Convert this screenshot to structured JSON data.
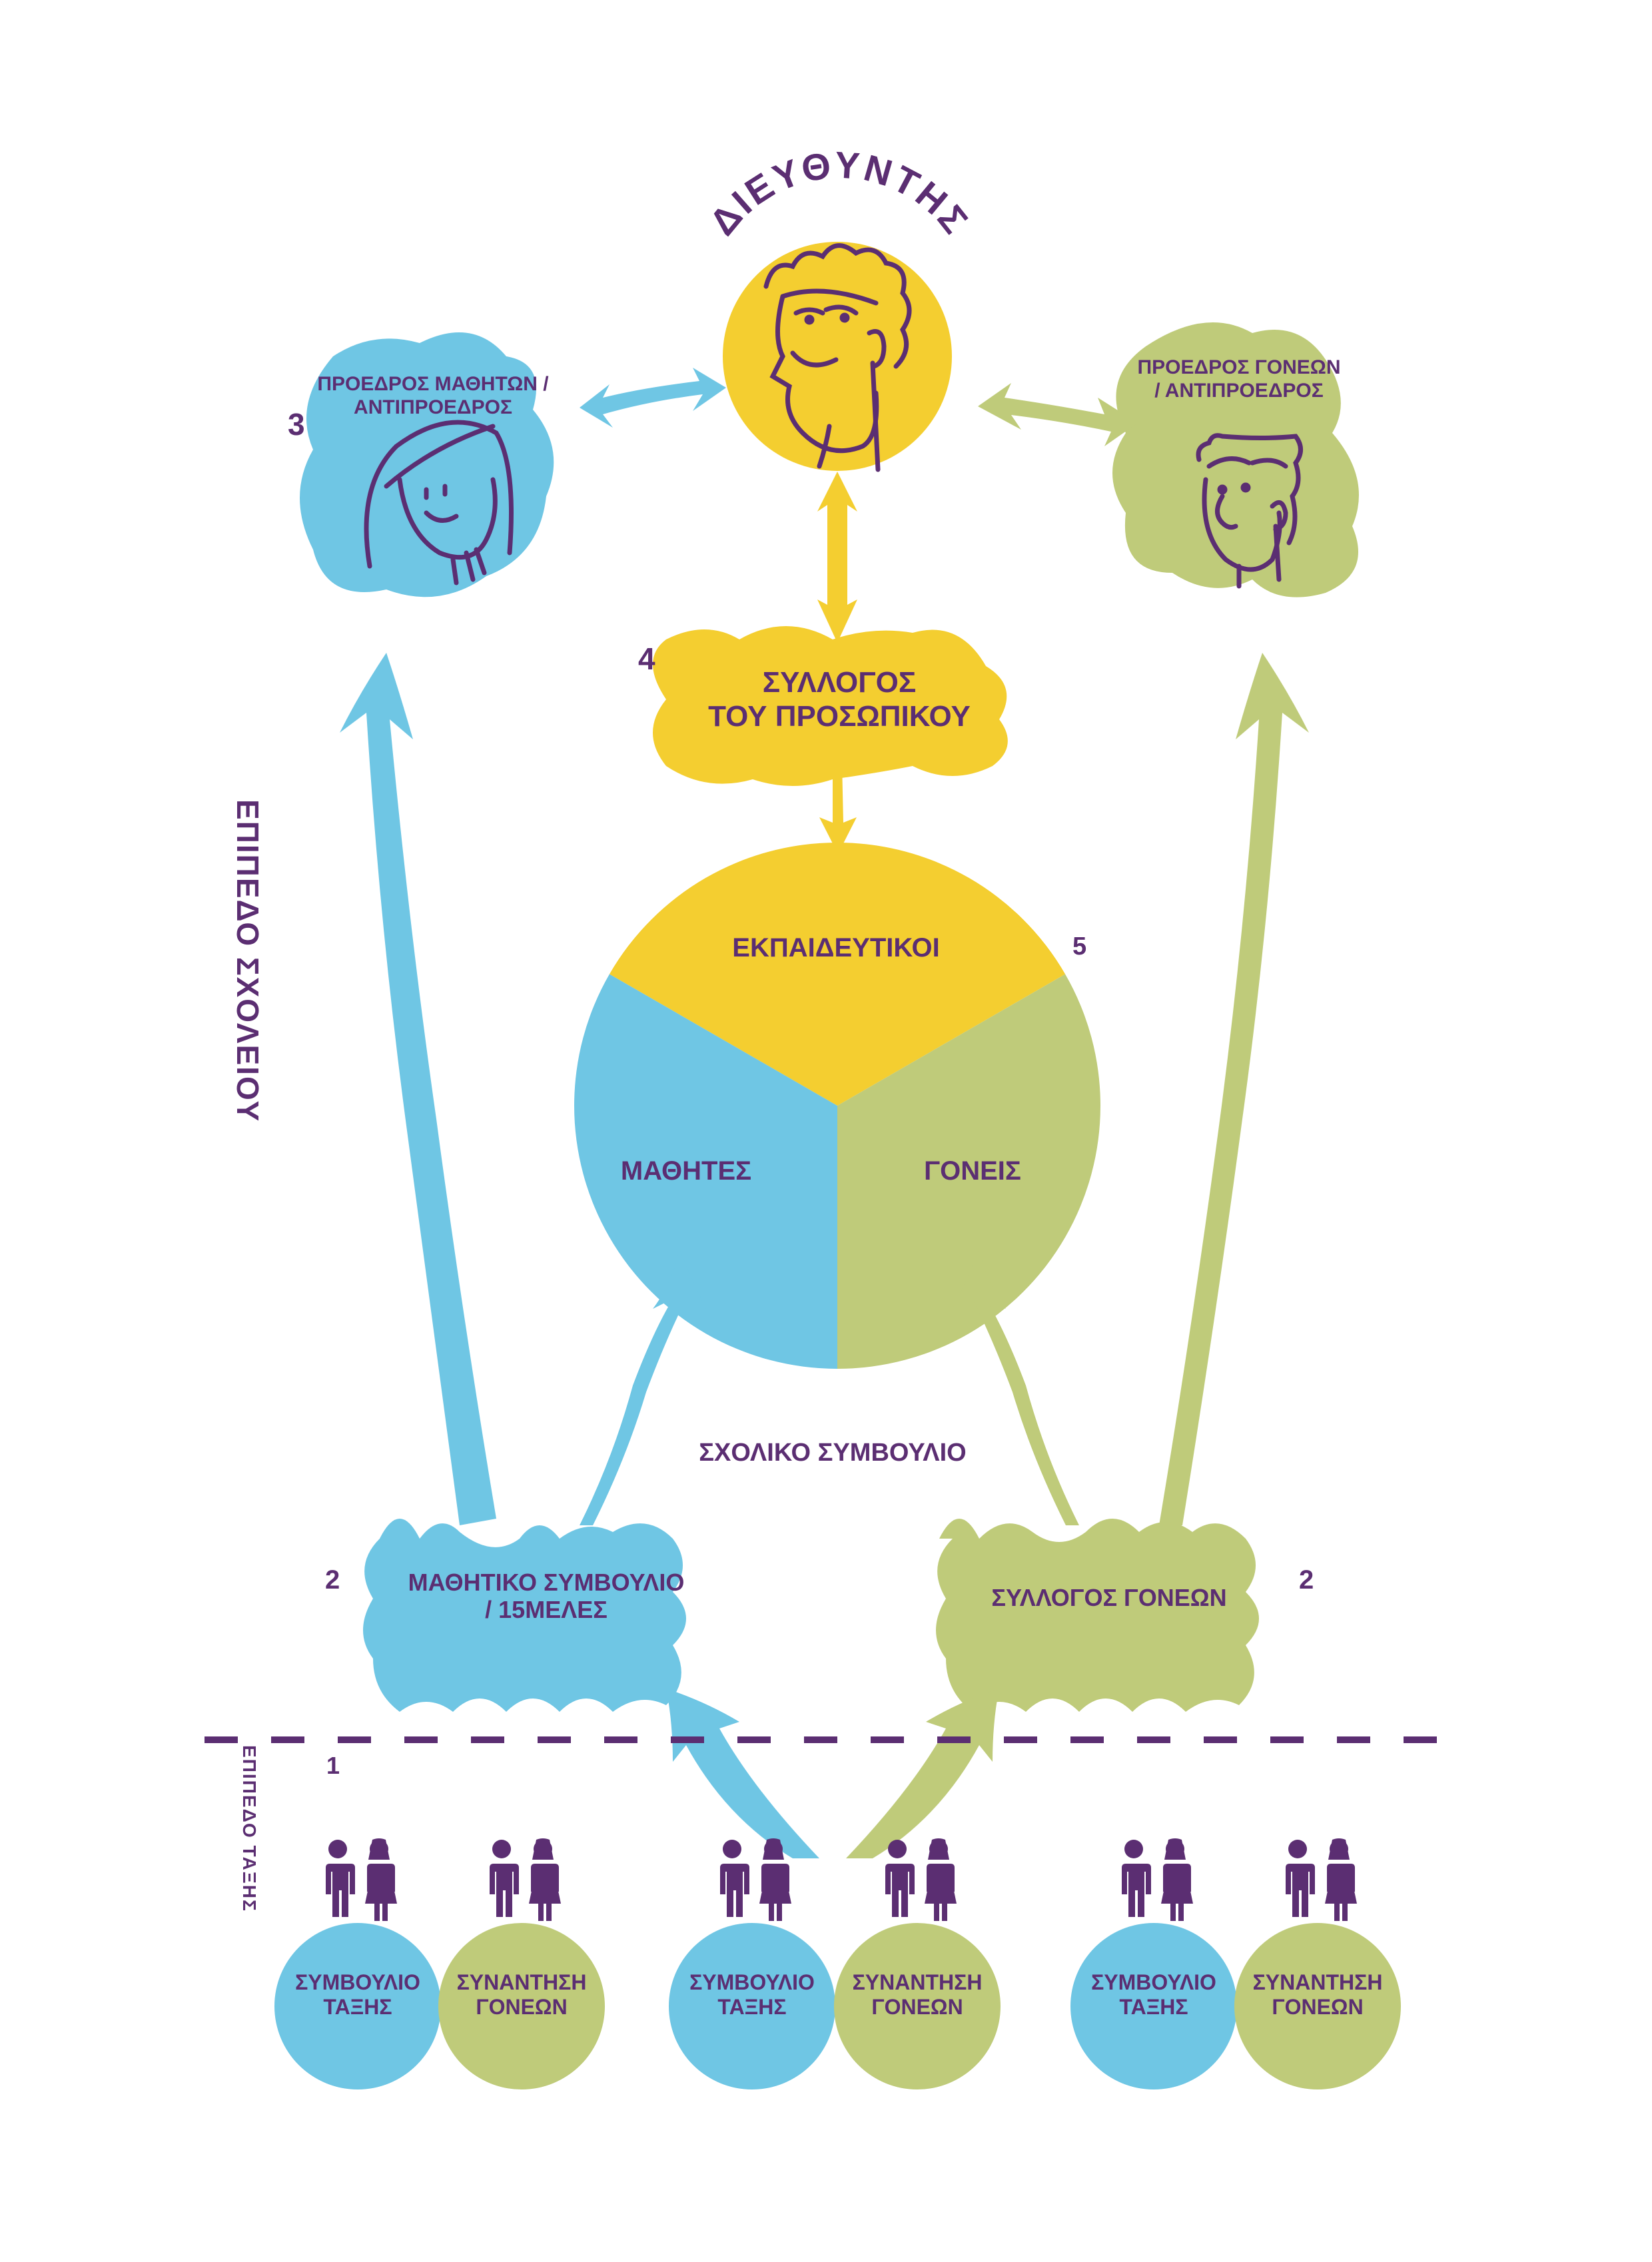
{
  "colors": {
    "purple": "#5b2e72",
    "blue": "#6fc6e4",
    "yellow": "#f4ce30",
    "green": "#bfcb7a"
  },
  "director": {
    "title": "ΔΙΕΥΘΥΝΤΗΣ",
    "icon": "director-face-icon"
  },
  "student_president": {
    "number": "3",
    "label": "ΠΡΟΕΔΡΟΣ ΜΑΘΗΤΩΝ /\nΑΝΤΙΠΡΟΕΔΡΟΣ",
    "icon": "student-face-icon"
  },
  "parent_president": {
    "label": "ΠΡΟΕΔΡΟΣ ΓΟΝΕΩΝ\n/ ΑΝΤΙΠΡΟΕΔΡΟΣ",
    "icon": "parent-face-icon"
  },
  "staff_association": {
    "number": "4",
    "label": "ΣΥΛΛΟΓΟΣ\nΤΟΥ ΠΡΟΣΩΠΙΚΟΥ"
  },
  "school_council": {
    "number": "5",
    "label": "ΣΧΟΛΙΚΟ ΣΥΜΒΟΥΛΙΟ",
    "segments": [
      {
        "label": "ΕΚΠΑΙΔΕΥΤΙΚΟΙ",
        "color": "#f4ce30"
      },
      {
        "label": "ΜΑΘΗΤΕΣ",
        "color": "#6fc6e4"
      },
      {
        "label": "ΓΟΝΕΙΣ",
        "color": "#bfcb7a"
      }
    ]
  },
  "student_council": {
    "number": "2",
    "label": "ΜΑΘΗΤΙΚΟ ΣΥΜΒΟΥΛΙΟ\n/ 15ΜΕΛΕΣ"
  },
  "parent_association": {
    "number": "2",
    "label": "ΣΥΛΛΟΓΟΣ ΓΟΝΕΩΝ"
  },
  "levels": {
    "school": "ΕΠΙΠΕΔΟ ΣΧΟΛΕΙΟΥ",
    "class": "ΕΠΙΠΕΔΟ ΤΑΞΗΣ"
  },
  "class_level": {
    "number": "1",
    "groups": [
      {
        "label": "ΣΥΜΒΟΥΛΙΟ\nΤΑΞΗΣ",
        "kind": "class-council"
      },
      {
        "label": "ΣΥΝΑΝΤΗΣΗ\nΓΟΝΕΩΝ",
        "kind": "parent-meeting"
      },
      {
        "label": "ΣΥΜΒΟΥΛΙΟ\nΤΑΞΗΣ",
        "kind": "class-council"
      },
      {
        "label": "ΣΥΝΑΝΤΗΣΗ\nΓΟΝΕΩΝ",
        "kind": "parent-meeting"
      },
      {
        "label": "ΣΥΜΒΟΥΛΙΟ\nΤΑΞΗΣ",
        "kind": "class-council"
      },
      {
        "label": "ΣΥΝΑΝΤΗΣΗ\nΓΟΝΕΩΝ",
        "kind": "parent-meeting"
      }
    ]
  }
}
